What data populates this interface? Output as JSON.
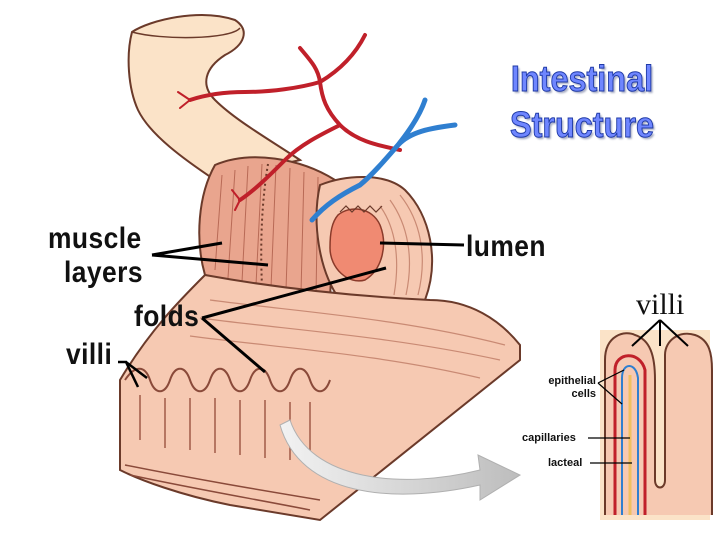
{
  "title": {
    "line1": "Intestinal",
    "line2": "Structure"
  },
  "labels": {
    "muscle_line1": "muscle",
    "muscle_line2": "layers",
    "folds": "folds",
    "villi_left": "villi",
    "lumen": "lumen",
    "villi_right": "villi",
    "epithelial_line1": "epithelial",
    "epithelial_line2": "cells",
    "capillaries": "capillaries",
    "lacteal": "lacteal"
  },
  "colors": {
    "tube_skin": "#fbe3c8",
    "tube_outline": "#6b3a2a",
    "muscle": "#e9a58e",
    "mucosa": "#f6c9b2",
    "lumen_inner": "#f08a72",
    "artery": "#c0202a",
    "vein": "#2f7fd0",
    "title_fill": "#6f86ff",
    "title_stroke": "#1f3aa6",
    "arrow": "#c8c8c8"
  }
}
